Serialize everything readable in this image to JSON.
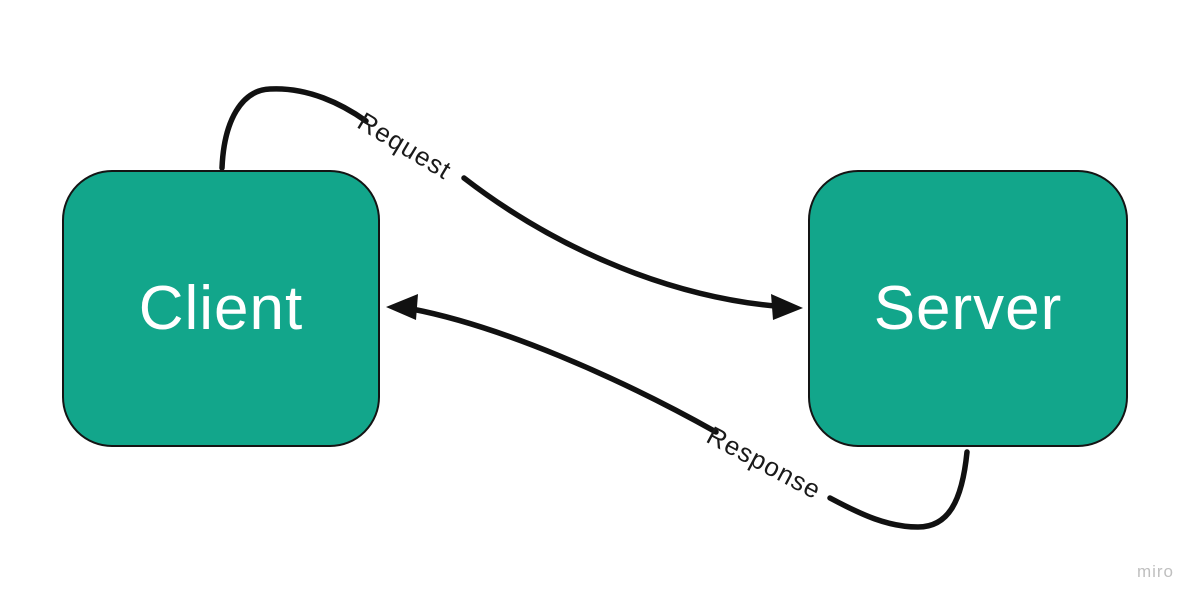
{
  "canvas": {
    "background": "#ffffff"
  },
  "nodes": [
    {
      "id": "client",
      "label": "Client",
      "fill": "#12a68b",
      "border_color": "#141414",
      "text_color": "#ffffff"
    },
    {
      "id": "server",
      "label": "Server",
      "fill": "#12a68b",
      "border_color": "#141414",
      "text_color": "#ffffff"
    }
  ],
  "connectors": [
    {
      "id": "request",
      "label": "Request",
      "from": "client",
      "to": "server",
      "color": "#111111"
    },
    {
      "id": "response",
      "label": "Response",
      "from": "server",
      "to": "client",
      "color": "#111111"
    }
  ],
  "watermark": {
    "label": "miro",
    "color": "#bfbfbf"
  }
}
